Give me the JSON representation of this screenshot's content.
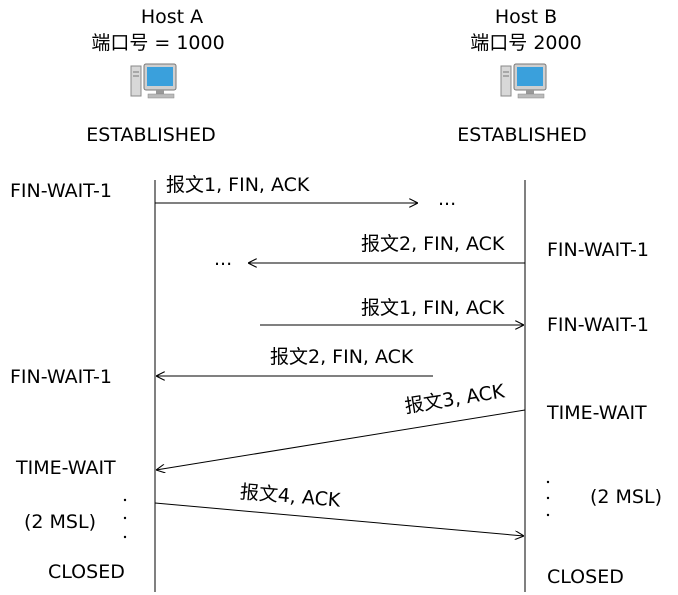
{
  "host_a": {
    "name": "Host A",
    "port_label": "端口号 = 1000",
    "state": "ESTABLISHED"
  },
  "host_b": {
    "name": "Host B",
    "port_label": "端口号 2000",
    "state": "ESTABLISHED"
  },
  "icons": {
    "host_a": "computer-icon",
    "host_b": "computer-icon"
  },
  "states_a": {
    "fin_wait_1_top": "FIN-WAIT-1",
    "fin_wait_1_mid": "FIN-WAIT-1",
    "time_wait": "TIME-WAIT",
    "msl": "(2 MSL)",
    "closed": "CLOSED"
  },
  "states_b": {
    "fin_wait_1_first": "FIN-WAIT-1",
    "fin_wait_1_second": "FIN-WAIT-1",
    "time_wait": "TIME-WAIT",
    "msl": "(2 MSL)",
    "closed": "CLOSED"
  },
  "messages": {
    "m1": "报文1, FIN, ACK",
    "m2": "报文2, FIN, ACK",
    "m1_retry": "报文1, FIN, ACK",
    "m2_retry": "报文2, FIN, ACK",
    "m3": "报文3, ACK",
    "m4": "报文4, ACK"
  },
  "ellipsis": {
    "right": "...",
    "left": "..."
  },
  "colors": {
    "line": "#000000",
    "screen": "#3aa0dc"
  }
}
